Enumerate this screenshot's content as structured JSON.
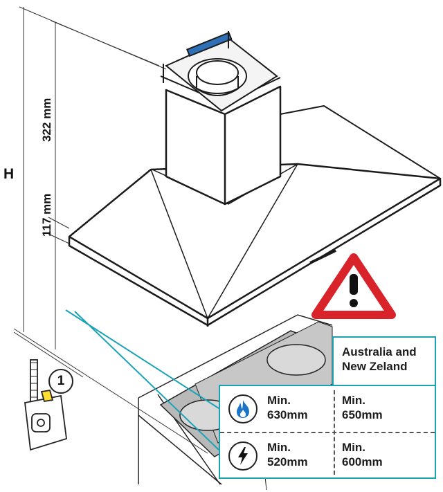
{
  "dimensions": {
    "total_height_symbol": "H",
    "chimney_height": "322 mm",
    "canopy_height": "117 mm"
  },
  "step_number": "1",
  "warning_icon": "warning-triangle-icon",
  "table": {
    "header": [
      "Australia and",
      "New Zeland"
    ],
    "rows": [
      {
        "icon": "gas-flame-icon",
        "icon_color": "#1a73c7",
        "col1": [
          "Min.",
          "630mm"
        ],
        "col2": [
          "Min.",
          "650mm"
        ]
      },
      {
        "icon": "electric-bolt-icon",
        "icon_color": "#111111",
        "col1": [
          "Min.",
          "520mm"
        ],
        "col2": [
          "Min.",
          "600mm"
        ]
      }
    ]
  },
  "colors": {
    "accent": "#1aa3b5",
    "warning_red": "#d8232a",
    "flame_blue": "#1a73c7"
  }
}
